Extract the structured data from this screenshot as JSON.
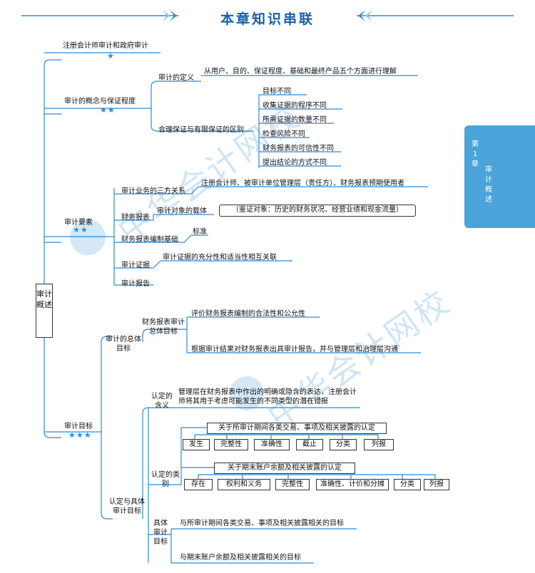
{
  "title": "本章知识串联",
  "tab": {
    "line1": "第1章",
    "line2": "审计概述"
  },
  "watermark": "中华会计网校",
  "root": "审计概述",
  "branches": {
    "b1": {
      "label": "注册会计师审计和政府审计",
      "stars": "★"
    },
    "b2": {
      "label": "审计的概念与保证程度",
      "stars": "★★",
      "def_label": "审计的定义",
      "def_text": "从用户、目的、保证程度、基础和最终产品五个方面进行理解",
      "diff_label": "合理保证与有限保证的区别",
      "diffs": [
        "目标不同",
        "收集证据的程序不同",
        "所需证据的数量不同",
        "检查风险不同",
        "财务报表的可信性不同",
        "提出结论的方式不同"
      ]
    },
    "b3": {
      "label": "审计要素",
      "stars": "★★",
      "parties_label": "审计业务的三方关系",
      "parties_text": "注册会计师、被审计单位管理层（责任方）、财务报表预期使用者",
      "fs_label": "财务报表",
      "object_label": "审计对象的载体",
      "object_text": "（鉴证对象：历史的财务状况、经营业绩和现金流量）",
      "basis_label": "财务报表编制基础",
      "basis_text": "标准",
      "evidence_label": "审计证据",
      "evidence_text": "审计证据的充分性和适当性相互关联",
      "report_label": "审计报告"
    },
    "b4": {
      "label": "审计目标",
      "stars": "★★★",
      "overall_label": "审计的总体目标",
      "fs_goal_label": "财务报表审计总体目标",
      "goal1": "评价财务报表编制的合法性和公允性",
      "goal2": "根据审计结果对财务报表出具审计报告，并与管理层和治理层沟通",
      "assert_label": "认定与具体审计目标",
      "meaning_label": "认定的含义",
      "meaning_text": "管理层在财务报表中作出的明确或隐含的表达，注册会计师将其用于考虑可能发生的不同类型的潜在错报",
      "category_label": "认定的类别",
      "transactions_label": "关于所审计期间各类交易、事项及相关披露的认定",
      "transactions": [
        "发生",
        "完整性",
        "准确性",
        "截止",
        "分类",
        "列报"
      ],
      "balances_label": "关于期末账户余额及相关披露的认定",
      "balances": [
        "存在",
        "权利和义务",
        "完整性",
        "准确性、计价和分摊",
        "分类",
        "列报"
      ],
      "specific_label": "具体审计目标",
      "specific1": "与所审计期间各类交易、事项及相关披露相关的目标",
      "specific2": "与期末账户余额及相关披露相关的目标"
    }
  }
}
